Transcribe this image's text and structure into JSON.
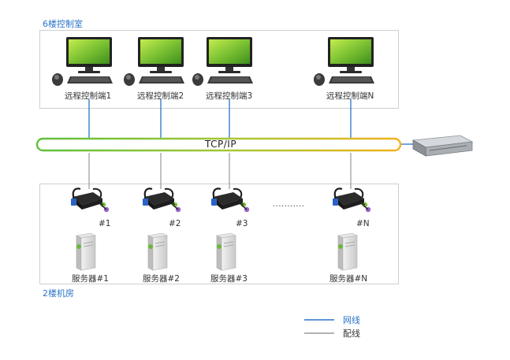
{
  "top_room": {
    "label": "6楼控制室"
  },
  "bottom_room": {
    "label": "2楼机房"
  },
  "network": {
    "label": "TCP/IP"
  },
  "terminals": [
    {
      "label": "远程控制端1"
    },
    {
      "label": "远程控制端2"
    },
    {
      "label": "远程控制端3"
    },
    {
      "label": "远程控制端N"
    }
  ],
  "kvm_nodes": [
    {
      "label": "#1"
    },
    {
      "label": "#2"
    },
    {
      "label": "#3"
    },
    {
      "label": "#N"
    }
  ],
  "servers": [
    {
      "label": "服务器#1"
    },
    {
      "label": "服务器#2"
    },
    {
      "label": "服务器#3"
    },
    {
      "label": "服务器#N"
    }
  ],
  "ellipsis": "...........",
  "legend": {
    "network_cable": {
      "label": "网线",
      "color": "#2a73c9"
    },
    "patch_cable": {
      "label": "配线",
      "color": "#9a9a9a"
    }
  }
}
